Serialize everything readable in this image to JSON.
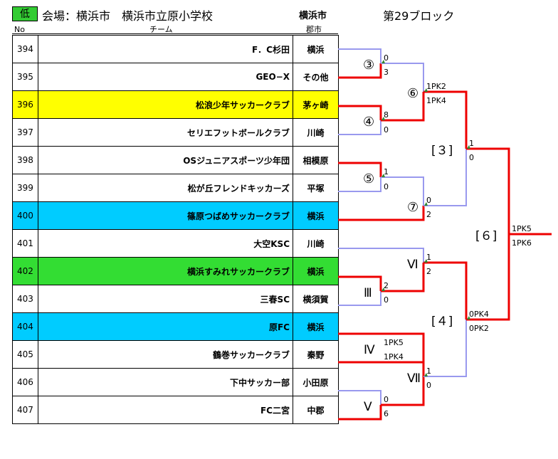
{
  "header": {
    "level_badge": "低",
    "venue_label": "会場：横浜市　横浜市立原小学校",
    "city_label": "横浜市",
    "block_title": "第29ブロック",
    "col_no": "No",
    "col_team": "チーム",
    "col_city": "郡市"
  },
  "colors": {
    "yellow": "#ffff00",
    "cyan": "#00ccff",
    "green": "#33dd33",
    "win": "#ee0000",
    "lose": "#9999ee"
  },
  "teams": [
    {
      "no": "394",
      "name": "F．C杉田",
      "city": "横浜",
      "bg": ""
    },
    {
      "no": "395",
      "name": "GEO−X",
      "city": "その他",
      "bg": ""
    },
    {
      "no": "396",
      "name": "松浪少年サッカークラブ",
      "city": "茅ヶ崎",
      "bg": "#ffff00"
    },
    {
      "no": "397",
      "name": "セリエフットボールクラブ",
      "city": "川崎",
      "bg": ""
    },
    {
      "no": "398",
      "name": "OSジュニアスポーツ少年団",
      "city": "相模原",
      "bg": ""
    },
    {
      "no": "399",
      "name": "松が丘フレンドキッカーズ",
      "city": "平塚",
      "bg": ""
    },
    {
      "no": "400",
      "name": "篠原つばめサッカークラブ",
      "city": "横浜",
      "bg": "#00ccff"
    },
    {
      "no": "401",
      "name": "大空KSC",
      "city": "川崎",
      "bg": ""
    },
    {
      "no": "402",
      "name": "横浜すみれサッカークラブ",
      "city": "横浜",
      "bg": "#33dd33"
    },
    {
      "no": "403",
      "name": "三春SC",
      "city": "横須賀",
      "bg": ""
    },
    {
      "no": "404",
      "name": "原FC",
      "city": "横浜",
      "bg": "#00ccff"
    },
    {
      "no": "405",
      "name": "鶴巻サッカークラブ",
      "city": "秦野",
      "bg": ""
    },
    {
      "no": "406",
      "name": "下中サッカー部",
      "city": "小田原",
      "bg": ""
    },
    {
      "no": "407",
      "name": "FC二宮",
      "city": "中郡",
      "bg": ""
    }
  ],
  "bracket": {
    "labels": {
      "m3": "③",
      "m4": "④",
      "m5": "⑤",
      "m6": "⑥",
      "m7": "⑦",
      "r3": "[３]",
      "r4": "[４]",
      "r6": "[６]",
      "mIII": "Ⅲ",
      "mIV": "Ⅳ",
      "mV": "Ⅴ",
      "mVI": "Ⅵ",
      "mVII": "Ⅶ"
    },
    "scores": {
      "s394": "0",
      "s395": "3",
      "s396": "8",
      "s397": "0",
      "s398": "1",
      "s399": "0",
      "s7a": "0",
      "s400": "2",
      "s6a": "1PK2",
      "s6b": "1PK4",
      "s3a": "1",
      "s3b": "0",
      "s402": "2",
      "s403": "0",
      "sVIa": "1",
      "sVIb": "2",
      "s404": "1PK5",
      "s405": "1PK4",
      "s406": "0",
      "s407": "6",
      "sVIIa": "1",
      "sVIIb": "0",
      "s4a": "0PK4",
      "s4b": "0PK2",
      "s6fa": "1PK5",
      "s6fb": "1PK6"
    }
  }
}
